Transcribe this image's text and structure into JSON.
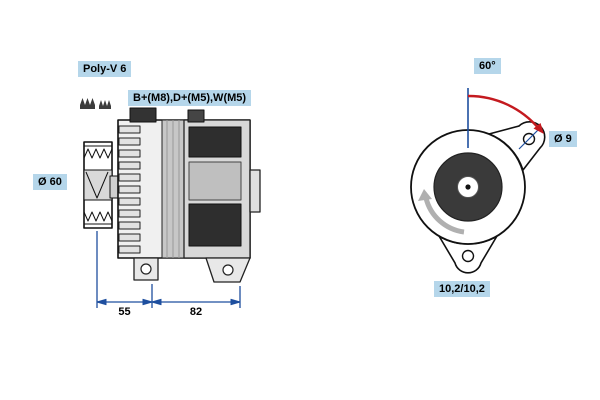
{
  "labels": {
    "pulley_type": "Poly-V 6",
    "terminals": "B+(M8),D+(M5),W(M5)",
    "pulley_diameter": "Ø 60",
    "dim_pulley_to_mount": "55",
    "dim_mount_span": "82",
    "mount_angle": "60°",
    "mount_hole_diameter": "Ø 9",
    "mount_lug_width": "10,2/10,2"
  },
  "icons": {
    "belt_profile": "poly-v-belt-profile-icon"
  },
  "colors": {
    "label_bg": "#b5d6ea",
    "dimension_blue": "#1e4f9f",
    "arrow_red": "#c41a1f",
    "rotation_gray": "#b0b0b0",
    "body_dark": "#333333"
  }
}
